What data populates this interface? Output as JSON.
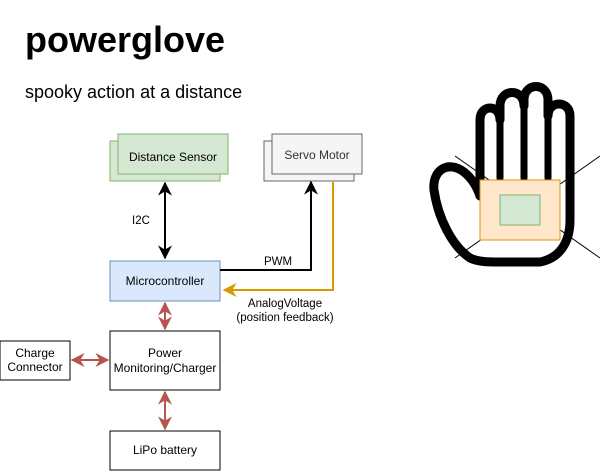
{
  "page": {
    "title": "powerglove",
    "subtitle": "spooky action at a distance"
  },
  "nodes": {
    "distance_sensor": "Distance Sensor",
    "servo_motor": "Servo Motor",
    "microcontroller": "Microcontroller",
    "power_line1": "Power",
    "power_line2": "Monitoring/Charger",
    "charge_line1": "Charge",
    "charge_line2": "Connector",
    "lipo": "LiPo battery"
  },
  "edges": {
    "i2c": "I2C",
    "pwm": "PWM",
    "analog_line1": "AnalogVoltage",
    "analog_line2": "(position feedback)"
  },
  "colors": {
    "sensor_fill": "#d5e8d4",
    "sensor_stroke": "#82b366",
    "servo_fill": "#f5f5f5",
    "servo_stroke": "#666666",
    "mcu_fill": "#dae8fc",
    "mcu_stroke": "#6c8ebf",
    "analog_line": "#d79b00",
    "power_arrows": "#b85450",
    "palm_fill": "#ffe6cc",
    "palm_stroke": "#d79b00"
  },
  "icons": {
    "hand": "hand-outline-icon"
  }
}
